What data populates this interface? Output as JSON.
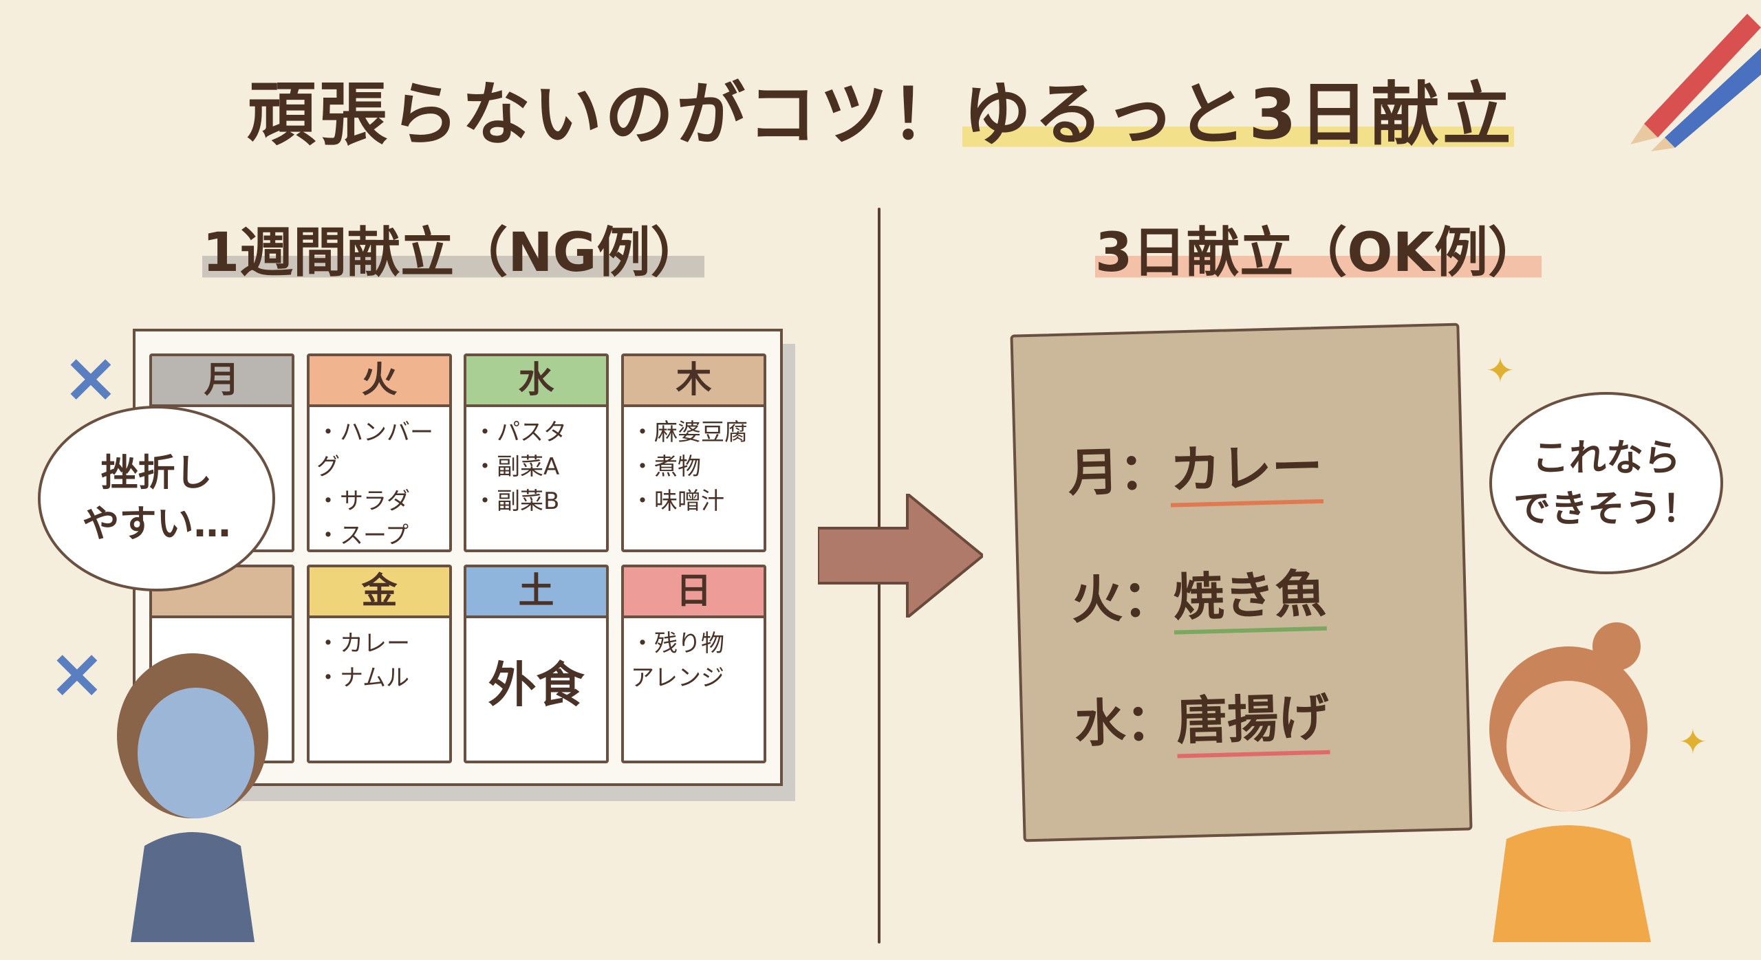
{
  "title": {
    "main": "頑張らないのがコツ！",
    "highlight": "ゆるっと3日献立"
  },
  "left": {
    "heading": "1週間献立（NG例）",
    "bubble": [
      "挫折し",
      "やすい…"
    ],
    "days": [
      {
        "day": "月",
        "color": "#b9b5b0",
        "items": []
      },
      {
        "day": "火",
        "color": "#f0b48e",
        "items": [
          "・ハンバーグ",
          "・サラダ",
          "・スープ"
        ]
      },
      {
        "day": "水",
        "color": "#a9cf95",
        "items": [
          "・パスタ",
          "・副菜A",
          "・副菜B"
        ]
      },
      {
        "day": "木",
        "color": "#d8b896",
        "items": [
          "・麻婆豆腐",
          "・煮物",
          "・味噌汁"
        ]
      },
      {
        "day": "",
        "color": "#d8b896",
        "items": []
      },
      {
        "day": "金",
        "color": "#f0d47a",
        "items": [
          "・カレー",
          "・ナムル"
        ]
      },
      {
        "day": "土",
        "color": "#8fb5dd",
        "items": [],
        "big": "外食"
      },
      {
        "day": "日",
        "color": "#ee9c98",
        "items": [
          "・残り物",
          "アレンジ"
        ]
      }
    ]
  },
  "right": {
    "heading": "3日献立（OK例）",
    "bubble": [
      "これなら",
      "できそう！"
    ],
    "menu": [
      {
        "day": "月：",
        "dish": "カレー",
        "underline": "#e07850"
      },
      {
        "day": "火：",
        "dish": "焼き魚",
        "underline": "#7aa860"
      },
      {
        "day": "水：",
        "dish": "唐揚げ",
        "underline": "#e06a6a"
      }
    ]
  },
  "icons": {
    "cross": "×",
    "arrow": "arrow-right-icon",
    "sparkle": "✦"
  }
}
